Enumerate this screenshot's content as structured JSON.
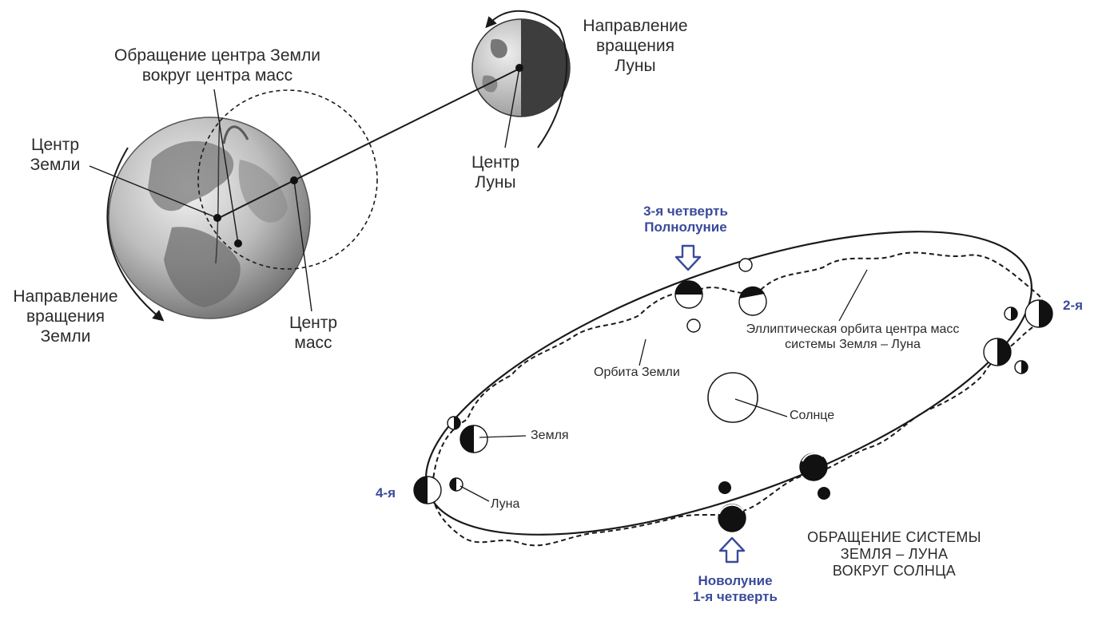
{
  "labels": {
    "earth_center_orbit": "Обращение центра Земли\nвокруг центра масс",
    "earth_center": "Центр\nЗемли",
    "earth_rotation": "Направление\nвращения\nЗемли",
    "center_of_mass": "Центр\nмасс",
    "moon_rotation": "Направление\nвращения\nЛуны",
    "moon_center": "Центр\nЛуны",
    "third_quarter": "3-я четверть\nПолнолуние",
    "second": "2-я",
    "fourth": "4-я",
    "new_moon": "Новолуние\n1-я четверть",
    "elliptic_orbit": "Эллиптическая орбита центра масс\nсистемы Земля – Луна",
    "earth_orbit": "Орбита Земли",
    "sun": "Солнце",
    "earth": "Земля",
    "moon": "Луна",
    "system_revolution": "ОБРАЩЕНИЕ СИСТЕМЫ\nЗЕМЛЯ – ЛУНА\nВОКРУГ СОЛНЦА"
  },
  "colors": {
    "line": "#1a1a1a",
    "accent": "#3b4a9a",
    "text": "#2b2b2b"
  }
}
